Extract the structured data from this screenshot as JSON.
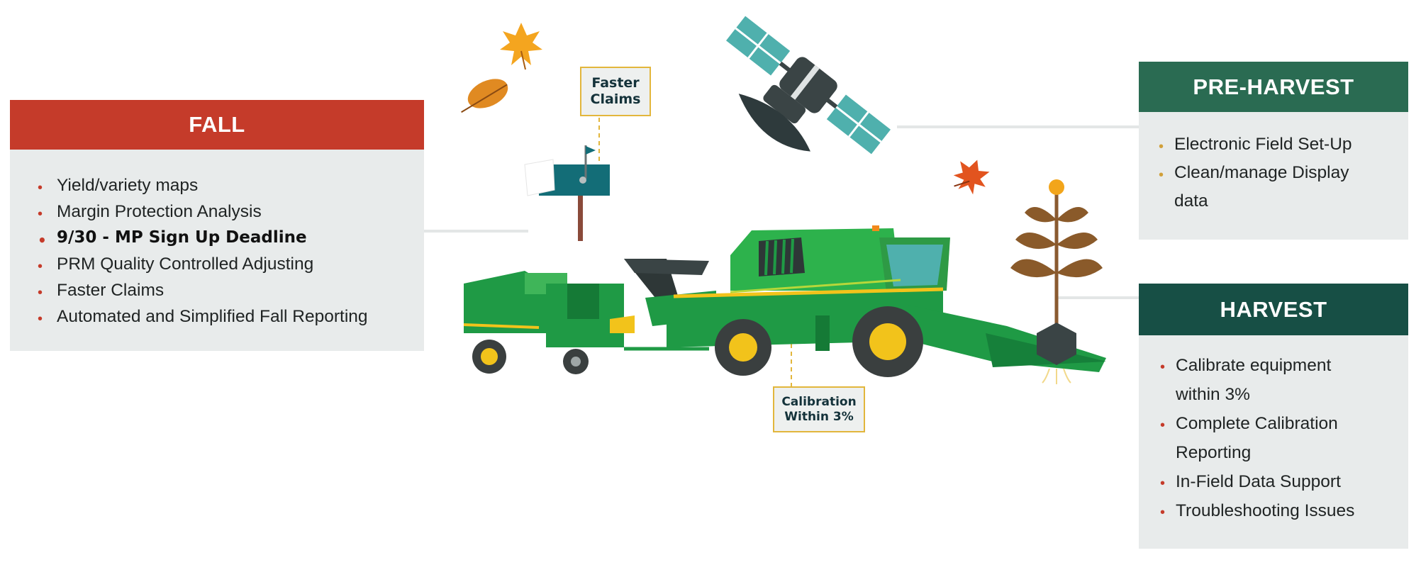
{
  "fall": {
    "title": "FALL",
    "items": [
      "Yield/variety maps",
      "Margin Protection Analysis",
      "9/30 - MP Sign Up Deadline",
      "PRM Quality Controlled Adjusting",
      "Faster Claims",
      "Automated and Simplified Fall Reporting"
    ]
  },
  "preharvest": {
    "title": "PRE-HARVEST",
    "items": [
      "Electronic Field Set-Up",
      "Clean/manage Display",
      "data"
    ]
  },
  "harvest": {
    "title": "HARVEST",
    "items": [
      "Calibrate equipment",
      "within 3%",
      "Complete Calibration",
      "Reporting",
      "In-Field Data Support",
      "Troubleshooting Issues"
    ]
  },
  "callouts": {
    "faster_claims_line1": "Faster",
    "faster_claims_line2": "Claims",
    "calibration_line1": "Calibration",
    "calibration_line2": "Within 3%"
  },
  "colors": {
    "fall": "#c53b2a",
    "preharvest": "#2a6b52",
    "harvest": "#174f45",
    "tractor_green": "#1e9a45",
    "accent_yellow": "#f2c31b"
  },
  "icons": [
    "satellite-icon",
    "mailbox-icon",
    "combine-harvester-icon",
    "hay-baler-icon",
    "plant-sprout-icon",
    "autumn-leaf-icon"
  ]
}
